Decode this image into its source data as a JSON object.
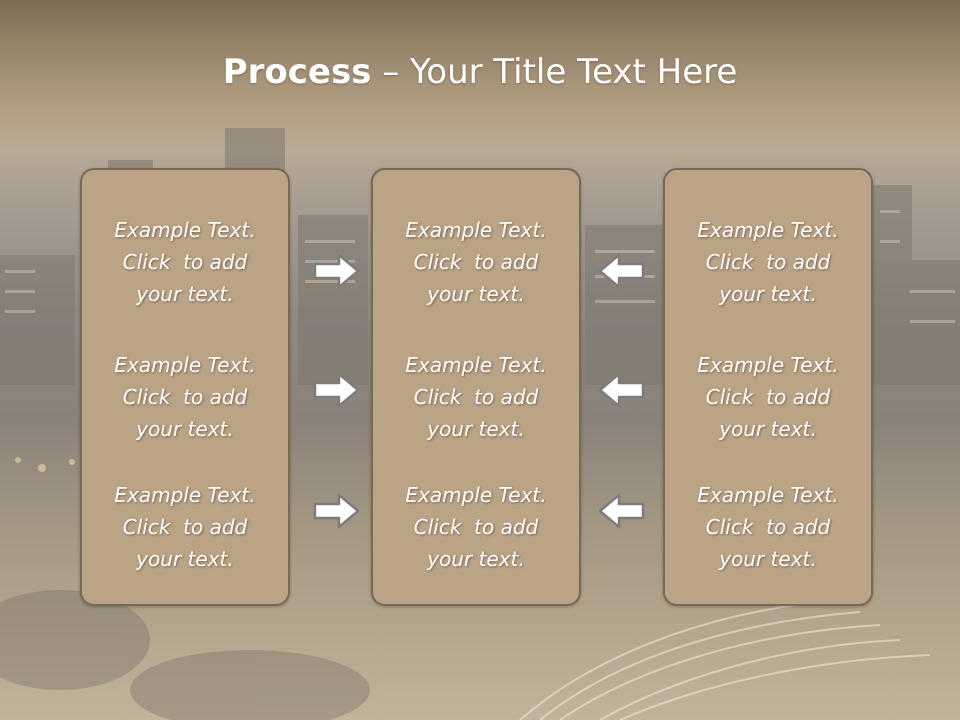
{
  "title": {
    "bold": "Process",
    "rest": " – Your Title Text Here"
  },
  "panels": [
    {
      "blocks": [
        [
          "Example Text.",
          "Click  to add",
          "your text."
        ],
        [
          "Example Text.",
          "Click  to add",
          "your text."
        ],
        [
          "Example Text.",
          "Click  to add",
          "your text."
        ]
      ]
    },
    {
      "blocks": [
        [
          "Example Text.",
          "Click  to add",
          "your text."
        ],
        [
          "Example Text.",
          "Click  to add",
          "your text."
        ],
        [
          "Example Text.",
          "Click  to add",
          "your text."
        ]
      ]
    },
    {
      "blocks": [
        [
          "Example Text.",
          "Click  to add",
          "your text."
        ],
        [
          "Example Text.",
          "Click  to add",
          "your text."
        ],
        [
          "Example Text.",
          "Click  to add",
          "your text."
        ]
      ]
    }
  ],
  "colors": {
    "panel": "#bba385",
    "panel_border": "#7b6a53",
    "arrow_fill": "#ffffff",
    "arrow_stroke": "#7d7d7d"
  },
  "icons": {
    "left_arrows": "arrow-right-icon",
    "right_arrows": "arrow-left-icon"
  }
}
